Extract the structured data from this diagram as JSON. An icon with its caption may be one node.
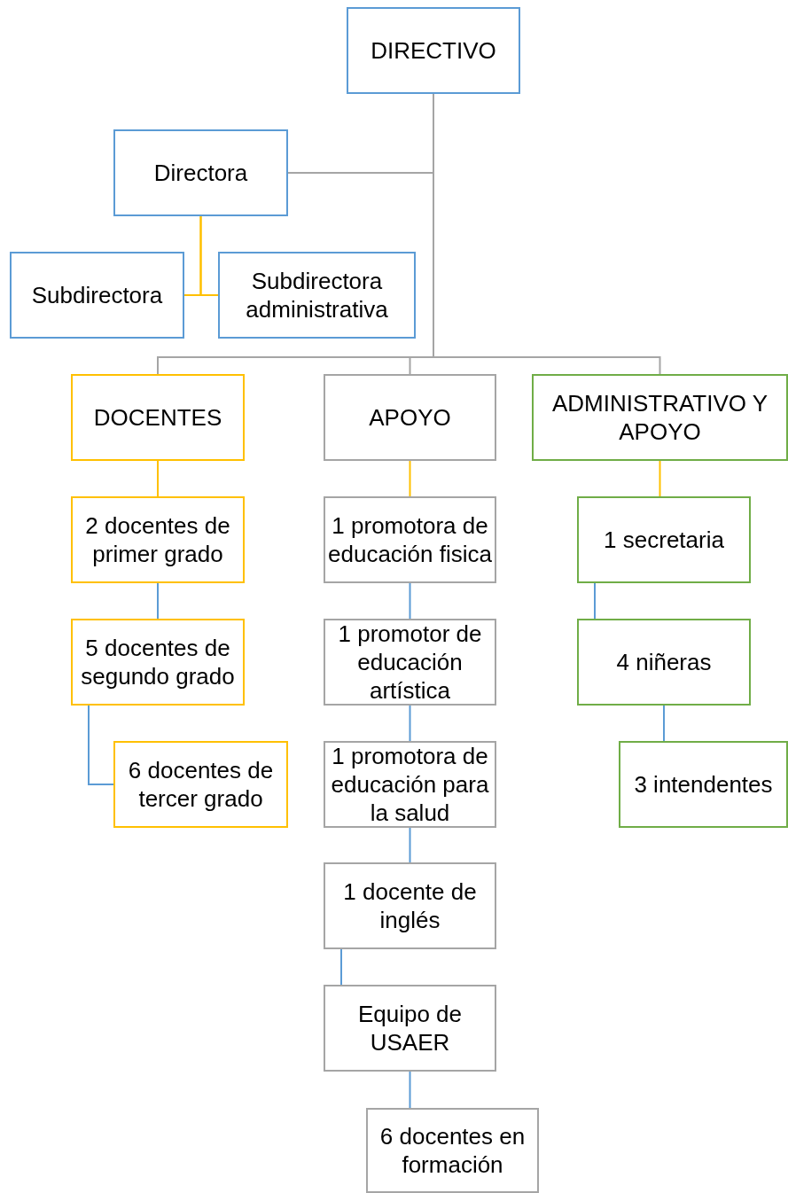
{
  "diagram": {
    "nodes": [
      {
        "text": [
          "DIRECTIVO"
        ]
      },
      {
        "text": [
          "Directora"
        ]
      },
      {
        "text": [
          "Subdirectora"
        ]
      },
      {
        "text": [
          "Subdirectora administrativa"
        ]
      },
      {
        "text": [
          "DOCENTES"
        ]
      },
      {
        "text": [
          "APOYO"
        ]
      },
      {
        "text": [
          "ADMINISTRATIVO Y APOYO"
        ]
      },
      {
        "text": [
          "2 docentes de primer grado"
        ]
      },
      {
        "text": [
          "5 docentes de segundo grado"
        ]
      },
      {
        "text": [
          "6 docentes de tercer grado"
        ]
      },
      {
        "text": [
          "1 promotora de educación fisica"
        ]
      },
      {
        "text": [
          "1 promotor de educación artística"
        ]
      },
      {
        "text": [
          "1 promotora de educación para la salud"
        ]
      },
      {
        "text": [
          "1 docente de inglés"
        ]
      },
      {
        "text": [
          "Equipo de USAER"
        ]
      },
      {
        "text": [
          "6 docentes en formación"
        ]
      },
      {
        "text": [
          "1 secretaria"
        ]
      },
      {
        "text": [
          "4 niñeras"
        ]
      },
      {
        "text": [
          "3 intendentes"
        ]
      }
    ],
    "edges": [
      {
        "from": 0,
        "to": 1,
        "arrow": "none",
        "color": "#a5a5a5"
      },
      {
        "from": 0,
        "to": 4,
        "arrow": "none",
        "color": "#a5a5a5"
      },
      {
        "from": 0,
        "to": 5,
        "arrow": "none",
        "color": "#a5a5a5"
      },
      {
        "from": 0,
        "to": 6,
        "arrow": "none",
        "color": "#a5a5a5"
      },
      {
        "from": 1,
        "to": 2,
        "arrow": "none",
        "color": "#ffc000"
      },
      {
        "from": 1,
        "to": 3,
        "arrow": "none",
        "color": "#ffc000"
      },
      {
        "from": 4,
        "to": 7,
        "arrow": "none",
        "color": "#ffc000"
      },
      {
        "from": 5,
        "to": 10,
        "arrow": "none",
        "color": "#ffc000"
      },
      {
        "from": 6,
        "to": 16,
        "arrow": "none",
        "color": "#ffc000"
      },
      {
        "from": 7,
        "to": 8,
        "arrow": "none"
      },
      {
        "from": 8,
        "to": 9,
        "arrow": "none"
      },
      {
        "from": 10,
        "to": 11,
        "arrow": "none"
      },
      {
        "from": 11,
        "to": 12,
        "arrow": "none"
      },
      {
        "from": 12,
        "to": 13,
        "arrow": "none"
      },
      {
        "from": 13,
        "to": 14,
        "arrow": "none"
      },
      {
        "from": 14,
        "to": 15,
        "arrow": "none"
      },
      {
        "from": 16,
        "to": 17,
        "arrow": "none"
      },
      {
        "from": 17,
        "to": 18,
        "arrow": "none"
      }
    ]
  }
}
